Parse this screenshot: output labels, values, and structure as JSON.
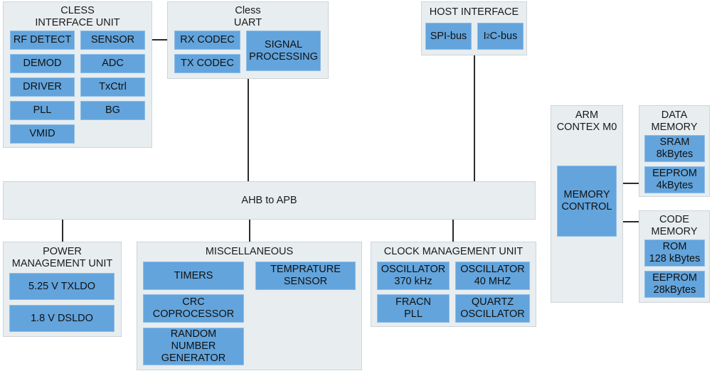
{
  "cless_interface": {
    "title": "CLESS\nINTERFACE UNIT",
    "blocks": [
      "RF DETECT",
      "SENSOR",
      "DEMOD",
      "ADC",
      "DRIVER",
      "TxCtrl",
      "PLL",
      "BG",
      "VMID"
    ]
  },
  "cless_uart": {
    "title": "Cless\nUART",
    "blocks": [
      "RX CODEC",
      "TX CODEC",
      "SIGNAL\nPROCESSING"
    ]
  },
  "host_interface": {
    "title": "HOST INTERFACE",
    "spi": "SPI-bus",
    "i2c_prefix": "I",
    "i2c_sup": "2",
    "i2c_suffix": "C-bus"
  },
  "bus": {
    "label": "AHB to APB"
  },
  "arm": {
    "title": "ARM\nCONTEX M0",
    "memory_control": "MEMORY\nCONTROL"
  },
  "data_memory": {
    "title": "DATA\nMEMORY",
    "blocks": [
      "SRAM\n8kBytes",
      "EEPROM\n4kBytes"
    ]
  },
  "code_memory": {
    "title": "CODE\nMEMORY",
    "blocks": [
      "ROM\n128 kBytes",
      "EEPROM\n28kBytes"
    ]
  },
  "power": {
    "title": "POWER\nMANAGEMENT UNIT",
    "blocks": [
      "5.25 V TXLDO",
      "1.8 V DSLDO"
    ]
  },
  "misc": {
    "title": "MISCELLANEOUS",
    "blocks": [
      "TIMERS",
      "TEMPRATURE\nSENSOR",
      "CRC\nCOPROCESSOR",
      "RANDOM\nNUMBER\nGENERATOR"
    ]
  },
  "clock": {
    "title": "CLOCK MANAGEMENT UNIT",
    "blocks": [
      "OSCILLATOR\n370 kHz",
      "OSCILLATOR\n40 MHZ",
      "FRACN\nPLL",
      "QUARTZ\nOSCILLATOR"
    ]
  }
}
